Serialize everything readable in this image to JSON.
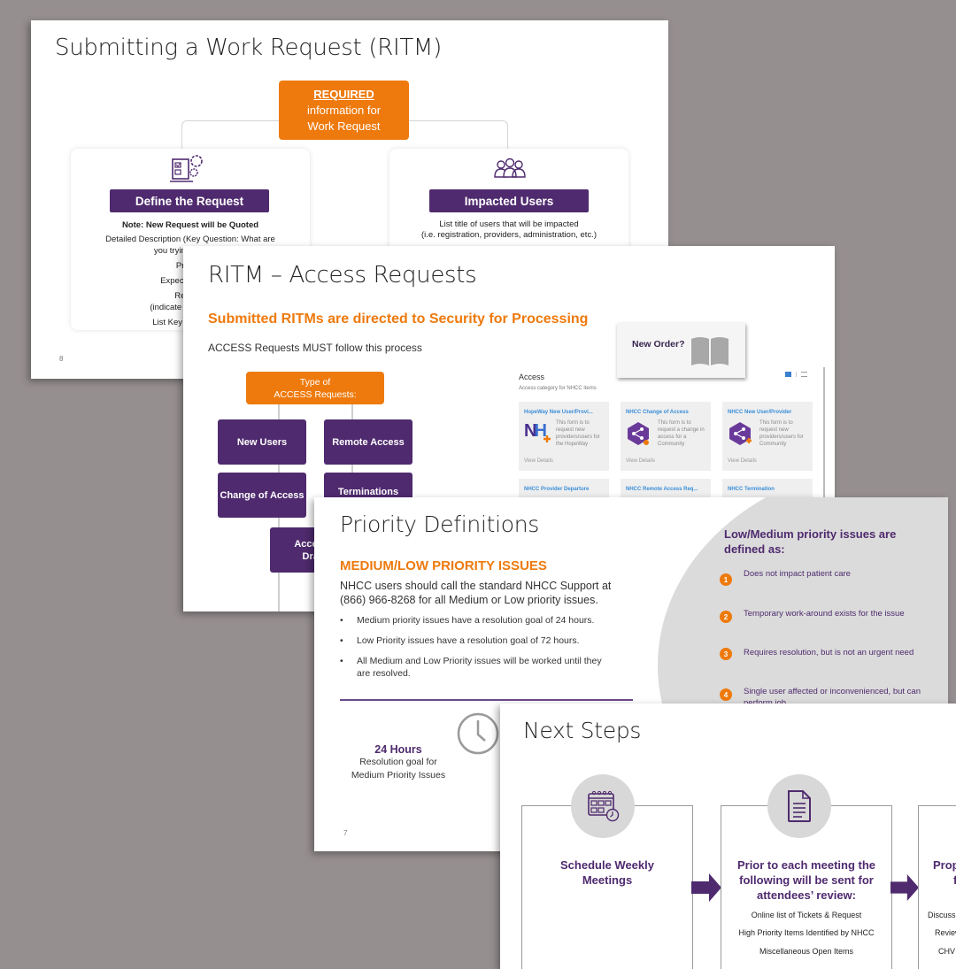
{
  "colors": {
    "purple": "#4f2a6e",
    "orange": "#ee7a0d",
    "background": "#968f90",
    "light_gray": "#d8d8d8"
  },
  "slides": [
    {
      "title": "Submitting a Work Request (RITM)",
      "page_number": "8",
      "top_box": {
        "line1": "REQUIRED",
        "line2": "information for",
        "line3": "Work Request"
      },
      "cards": [
        {
          "icon": "form-settings-icon",
          "heading": "Define the Request",
          "note": "Note: New Request will be Quoted",
          "lines": [
            "Detailed Description (Key Question: What are",
            "you trying to accom",
            "Provide",
            "Expected Outco",
            "Request",
            "(indicate specific date",
            "List Key Sponsor for"
          ]
        },
        {
          "icon": "users-group-icon",
          "heading": "Impacted Users",
          "lines": [
            "List title of users that will be impacted",
            "(i.e. registration, providers, administration, etc.)"
          ]
        }
      ]
    },
    {
      "title": "RITM – Access Requests",
      "subtitle": "Submitted RITMs are directed to Security for Processing",
      "intro": "ACCESS Requests MUST follow this process",
      "type_box": {
        "line1": "Type of",
        "line2": "ACCESS Requests:"
      },
      "request_types": [
        "New Users",
        "Remote Access",
        "Change of Access",
        "Terminations",
        "Access t",
        "Draw"
      ],
      "new_order_label": "New Order?",
      "catalog": {
        "title": "Access",
        "description": "Access category for NHCC items",
        "tiles": [
          {
            "title": "HopeWay New User/Provi...",
            "desc": "This form is to request new providers/users for the HopeWay",
            "link": "View Details",
            "icon": "nh-logo-icon"
          },
          {
            "title": "NHCC Change of Access",
            "desc": "This form is to request a change in access for a Community",
            "link": "View Details",
            "icon": "share-hexagon-icon"
          },
          {
            "title": "NHCC New User/Provider",
            "desc": "This form is to request new providers/users for Community",
            "link": "View Details",
            "icon": "share-hexagon-icon"
          },
          {
            "title": "NHCC Provider Departure"
          },
          {
            "title": "NHCC Remote Access Req..."
          },
          {
            "title": "NHCC Termination"
          }
        ]
      }
    },
    {
      "title": "Priority Definitions",
      "section_heading": "MEDIUM/LOW PRIORITY ISSUES",
      "intro_line1": "NHCC users should call the standard NHCC Support at",
      "intro_line2": "(866) 966-8268 for all Medium or Low priority issues.",
      "bullets": [
        "Medium priority issues have a resolution goal of 24 hours.",
        "Low Priority issues have a resolution goal of 72 hours.",
        "All Medium and Low Priority issues will be worked until they are resolved."
      ],
      "goal": {
        "value": "24 Hours",
        "line1": "Resolution goal for",
        "line2": "Medium Priority Issues"
      },
      "page_number": "7",
      "panel": {
        "heading_line1": "Low/Medium priority issues are",
        "heading_line2": "defined as:",
        "items": [
          {
            "n": "1",
            "text": "Does not impact patient care"
          },
          {
            "n": "2",
            "text": "Temporary work-around exists for the issue"
          },
          {
            "n": "3",
            "text": "Requires resolution, but is not an urgent need"
          },
          {
            "n": "4",
            "text": "Single user affected or inconvenienced, but can perform job"
          }
        ]
      }
    },
    {
      "title": "Next Steps",
      "steps": [
        {
          "heading_lines": [
            "Schedule Weekly",
            "Meetings"
          ],
          "items": [],
          "icon": "calendar-clock-icon"
        },
        {
          "heading_lines": [
            "Prior to each meeting the",
            "following will be sent for",
            "attendees’ review:"
          ],
          "items": [
            "Online list of Tickets & Request",
            "High Priority Items Identified by NHCC",
            "Miscellaneous Open Items"
          ],
          "icon": "document-icon"
        },
        {
          "heading_lines": [
            "Prop",
            "fo"
          ],
          "items": [
            "Discuss",
            "Review",
            "CHV"
          ]
        }
      ]
    }
  ]
}
